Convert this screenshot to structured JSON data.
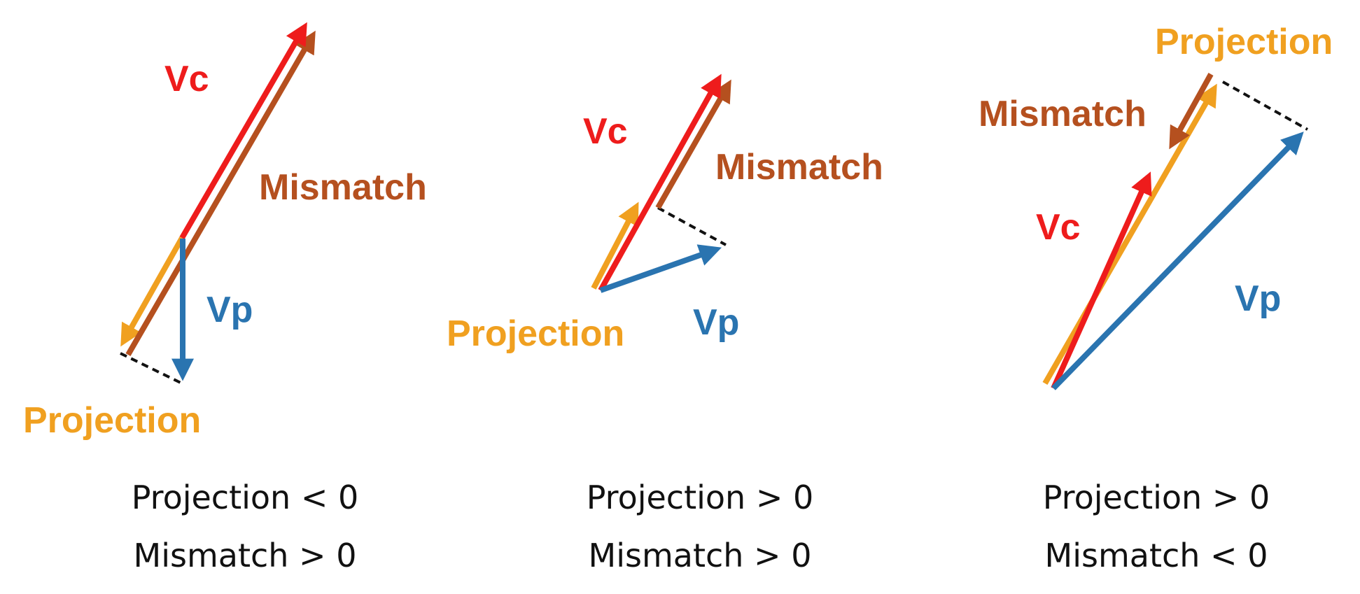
{
  "colors": {
    "vc": "#ee1c1c",
    "mismatch": "#b5501f",
    "projection": "#f0a020",
    "vp": "#2a74b0",
    "dashed": "#111111"
  },
  "labels": {
    "vc": "Vc",
    "vp": "Vp",
    "mismatch": "Mismatch",
    "projection": "Projection"
  },
  "panels": [
    {
      "caption_line1": "Projection < 0",
      "caption_line2": "Mismatch > 0"
    },
    {
      "caption_line1": "Projection > 0",
      "caption_line2": "Mismatch > 0"
    },
    {
      "caption_line1": "Projection > 0",
      "caption_line2": "Mismatch < 0"
    }
  ]
}
